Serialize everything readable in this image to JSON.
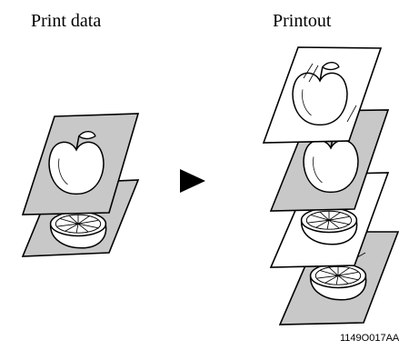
{
  "labels": {
    "left_title": "Print data",
    "right_title": "Printout",
    "figure_code": "1149O017AA"
  },
  "colors": {
    "paper_gray": "#c8c8c8",
    "paper_white": "#ffffff",
    "ink": "#000000"
  },
  "icons": {
    "arrow": "right-pointing-triangle",
    "sheet_content": [
      "apple",
      "orange-slice"
    ]
  }
}
